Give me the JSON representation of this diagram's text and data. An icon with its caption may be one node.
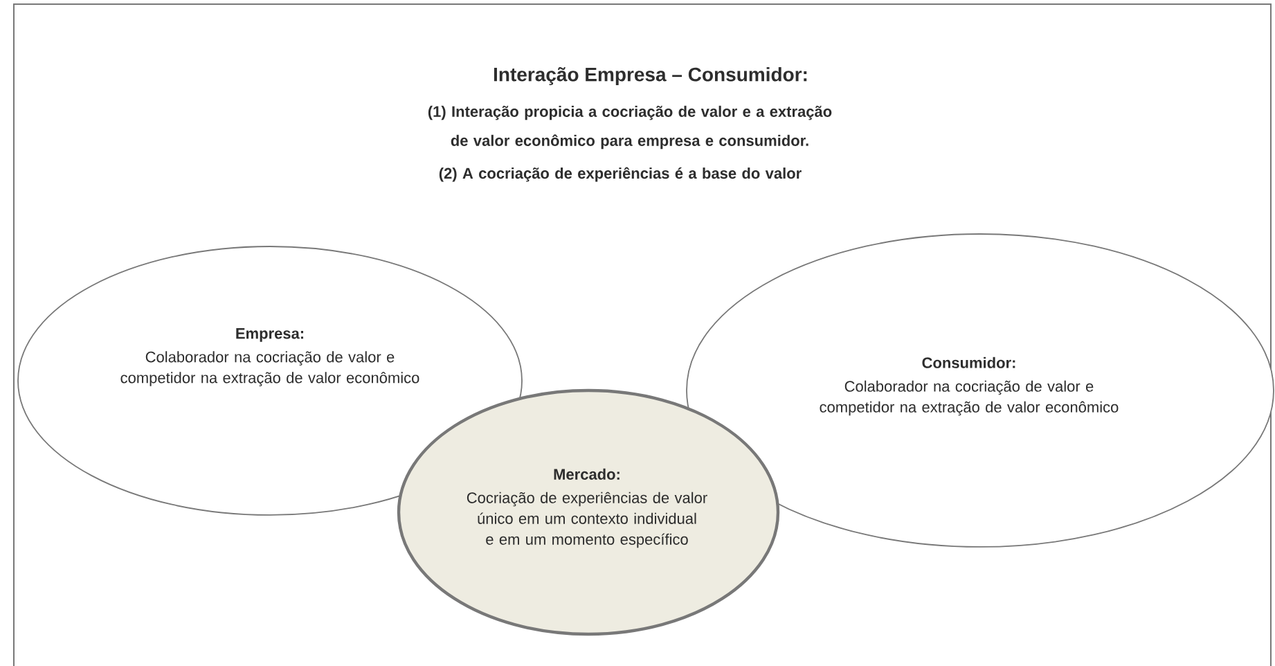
{
  "diagram": {
    "title": "Interação Empresa – Consumidor:",
    "nodes": [
      {
        "text": [
          "Empresa:",
          "Colaborador na cocriação de valor e competidor na extração de valor econômico"
        ]
      },
      {
        "text": [
          "Consumidor:",
          "Colaborador na cocriação de valor e competidor na extração de valor econômico"
        ]
      },
      {
        "text": [
          "Mercado:",
          "Cocriação de experiências de valor único em um contexto individual e em um momento específico"
        ]
      }
    ],
    "labels": [
      "(1) Interação propicia a cocriação de valor e a extração de valor econômico para empresa e consumidor.",
      "(2) A cocriação de experiências é a base do valor"
    ]
  }
}
